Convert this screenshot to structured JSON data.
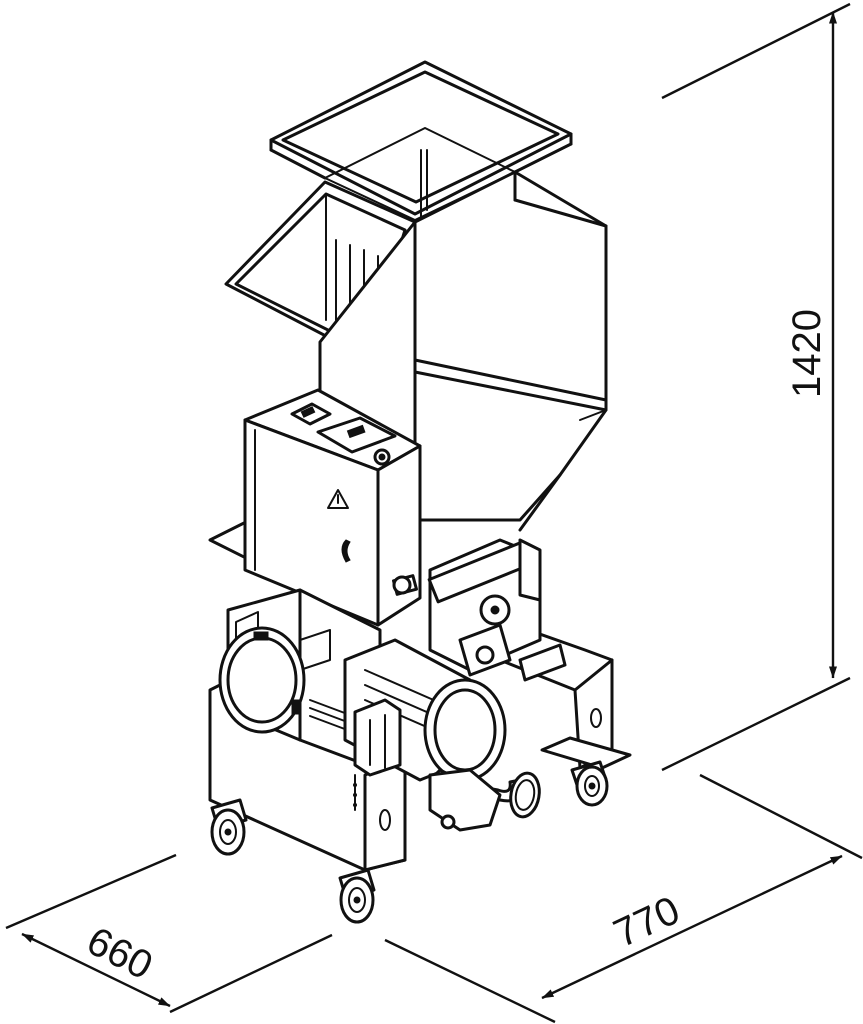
{
  "dimensions": {
    "height": "1420",
    "length": "770",
    "width": "660"
  },
  "icons": {
    "warning": "warning-triangle-icon",
    "switch": "rotary-switch-icon"
  }
}
